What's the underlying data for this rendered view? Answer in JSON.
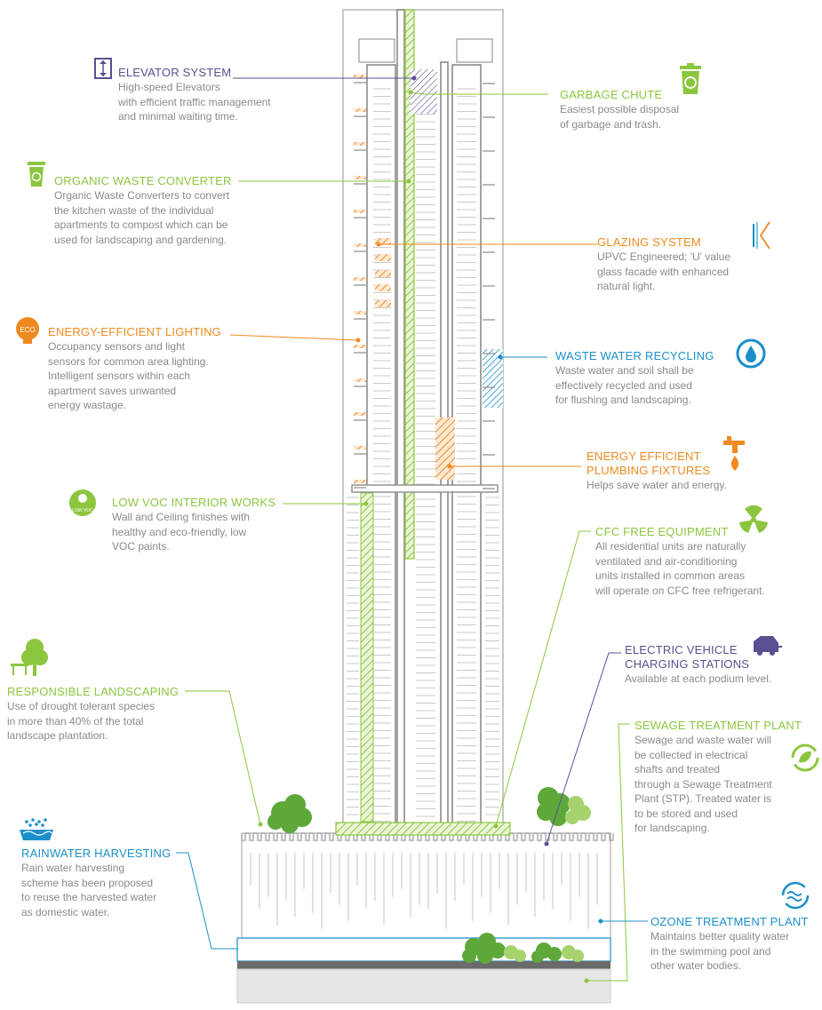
{
  "features": {
    "elevator": {
      "title": "ELEVATOR SYSTEM",
      "desc": [
        "High-speed Elevators",
        "with efficient traffic management",
        "and minimal waiting time."
      ],
      "icon": "elevator-icon",
      "color": "#5b4f92"
    },
    "garbage_chute": {
      "title": "GARBAGE CHUTE",
      "desc": [
        "Easiest possible disposal",
        "of garbage and trash."
      ],
      "icon": "recycle-bin-icon",
      "color": "#8cc63f"
    },
    "organic_waste": {
      "title": "ORGANIC WASTE CONVERTER",
      "desc": [
        "Organic Waste Converters to convert",
        "the kitchen waste of the individual",
        "apartments to compost which can be",
        "used for landscaping and gardening."
      ],
      "icon": "compost-bin-icon",
      "color": "#8cc63f"
    },
    "glazing": {
      "title": "GLAZING SYSTEM",
      "desc": [
        "UPVC Engineered; 'U' value",
        "glass facade with enhanced",
        "natural light."
      ],
      "icon": "glazing-icon",
      "color": "#ee8a1f"
    },
    "lighting": {
      "title": "ENERGY-EFFICIENT LIGHTING",
      "desc": [
        "Occupancy sensors and light",
        "sensors for common area lighting.",
        "Intelligent sensors within each",
        "apartment saves unwanted",
        "energy wastage."
      ],
      "icon": "eco-bulb-icon",
      "icon_text": "ECO",
      "color": "#ee8a1f"
    },
    "waste_water": {
      "title": "WASTE WATER RECYCLING",
      "desc": [
        "Waste water and soil shall be",
        "effectively recycled and used",
        "for flushing and landscaping."
      ],
      "icon": "water-recycle-icon",
      "color": "#1b8fc9"
    },
    "plumbing": {
      "title": [
        "ENERGY EFFICIENT",
        "PLUMBING FIXTURES"
      ],
      "desc": [
        "Helps save water and energy."
      ],
      "icon": "faucet-icon",
      "color": "#ee8a1f"
    },
    "low_voc": {
      "title": "LOW VOC INTERIOR WORKS",
      "desc": [
        "Wall and Ceiling finishes with",
        "healthy and eco-friendly, low",
        "VOC paints."
      ],
      "icon": "low-voc-icon",
      "icon_text": "LOW VOC",
      "color": "#8cc63f"
    },
    "cfc": {
      "title": "CFC FREE EQUIPMENT",
      "desc": [
        "All residential units are naturally",
        "ventilated and air-conditioning",
        "units installed in common areas",
        "will operate on CFC free refrigerant."
      ],
      "icon": "fan-icon",
      "color": "#8cc63f"
    },
    "ev": {
      "title": [
        "ELECTRIC VEHICLE",
        "CHARGING STATIONS"
      ],
      "desc": [
        "Available at each podium level."
      ],
      "icon": "electric-car-icon",
      "color": "#5b4f92"
    },
    "landscaping": {
      "title": "RESPONSIBLE LANDSCAPING",
      "desc": [
        "Use of drought tolerant species",
        "in more than 40% of the total",
        "landscape plantation."
      ],
      "icon": "tree-bench-icon",
      "color": "#8cc63f"
    },
    "sewage": {
      "title": "SEWAGE TREATMENT PLANT",
      "desc": [
        "Sewage and waste water will",
        "be collected in electrical",
        "shafts and treated",
        "through a Sewage Treatment",
        "Plant (STP). Treated water is",
        "to be stored and used",
        "for landscaping."
      ],
      "icon": "leaf-cycle-icon",
      "color": "#8cc63f"
    },
    "rainwater": {
      "title": "RAINWATER HARVESTING",
      "desc": [
        "Rain water harvesting",
        "scheme has been proposed",
        "to reuse the harvested water",
        "as domestic water."
      ],
      "icon": "rain-tub-icon",
      "color": "#1b8fc9"
    },
    "ozone": {
      "title": "OZONE TREATMENT PLANT",
      "desc": [
        "Maintains better quality water",
        "in the swimming pool and",
        "other water bodies."
      ],
      "icon": "ozone-wave-icon",
      "color": "#1b8fc9"
    }
  }
}
